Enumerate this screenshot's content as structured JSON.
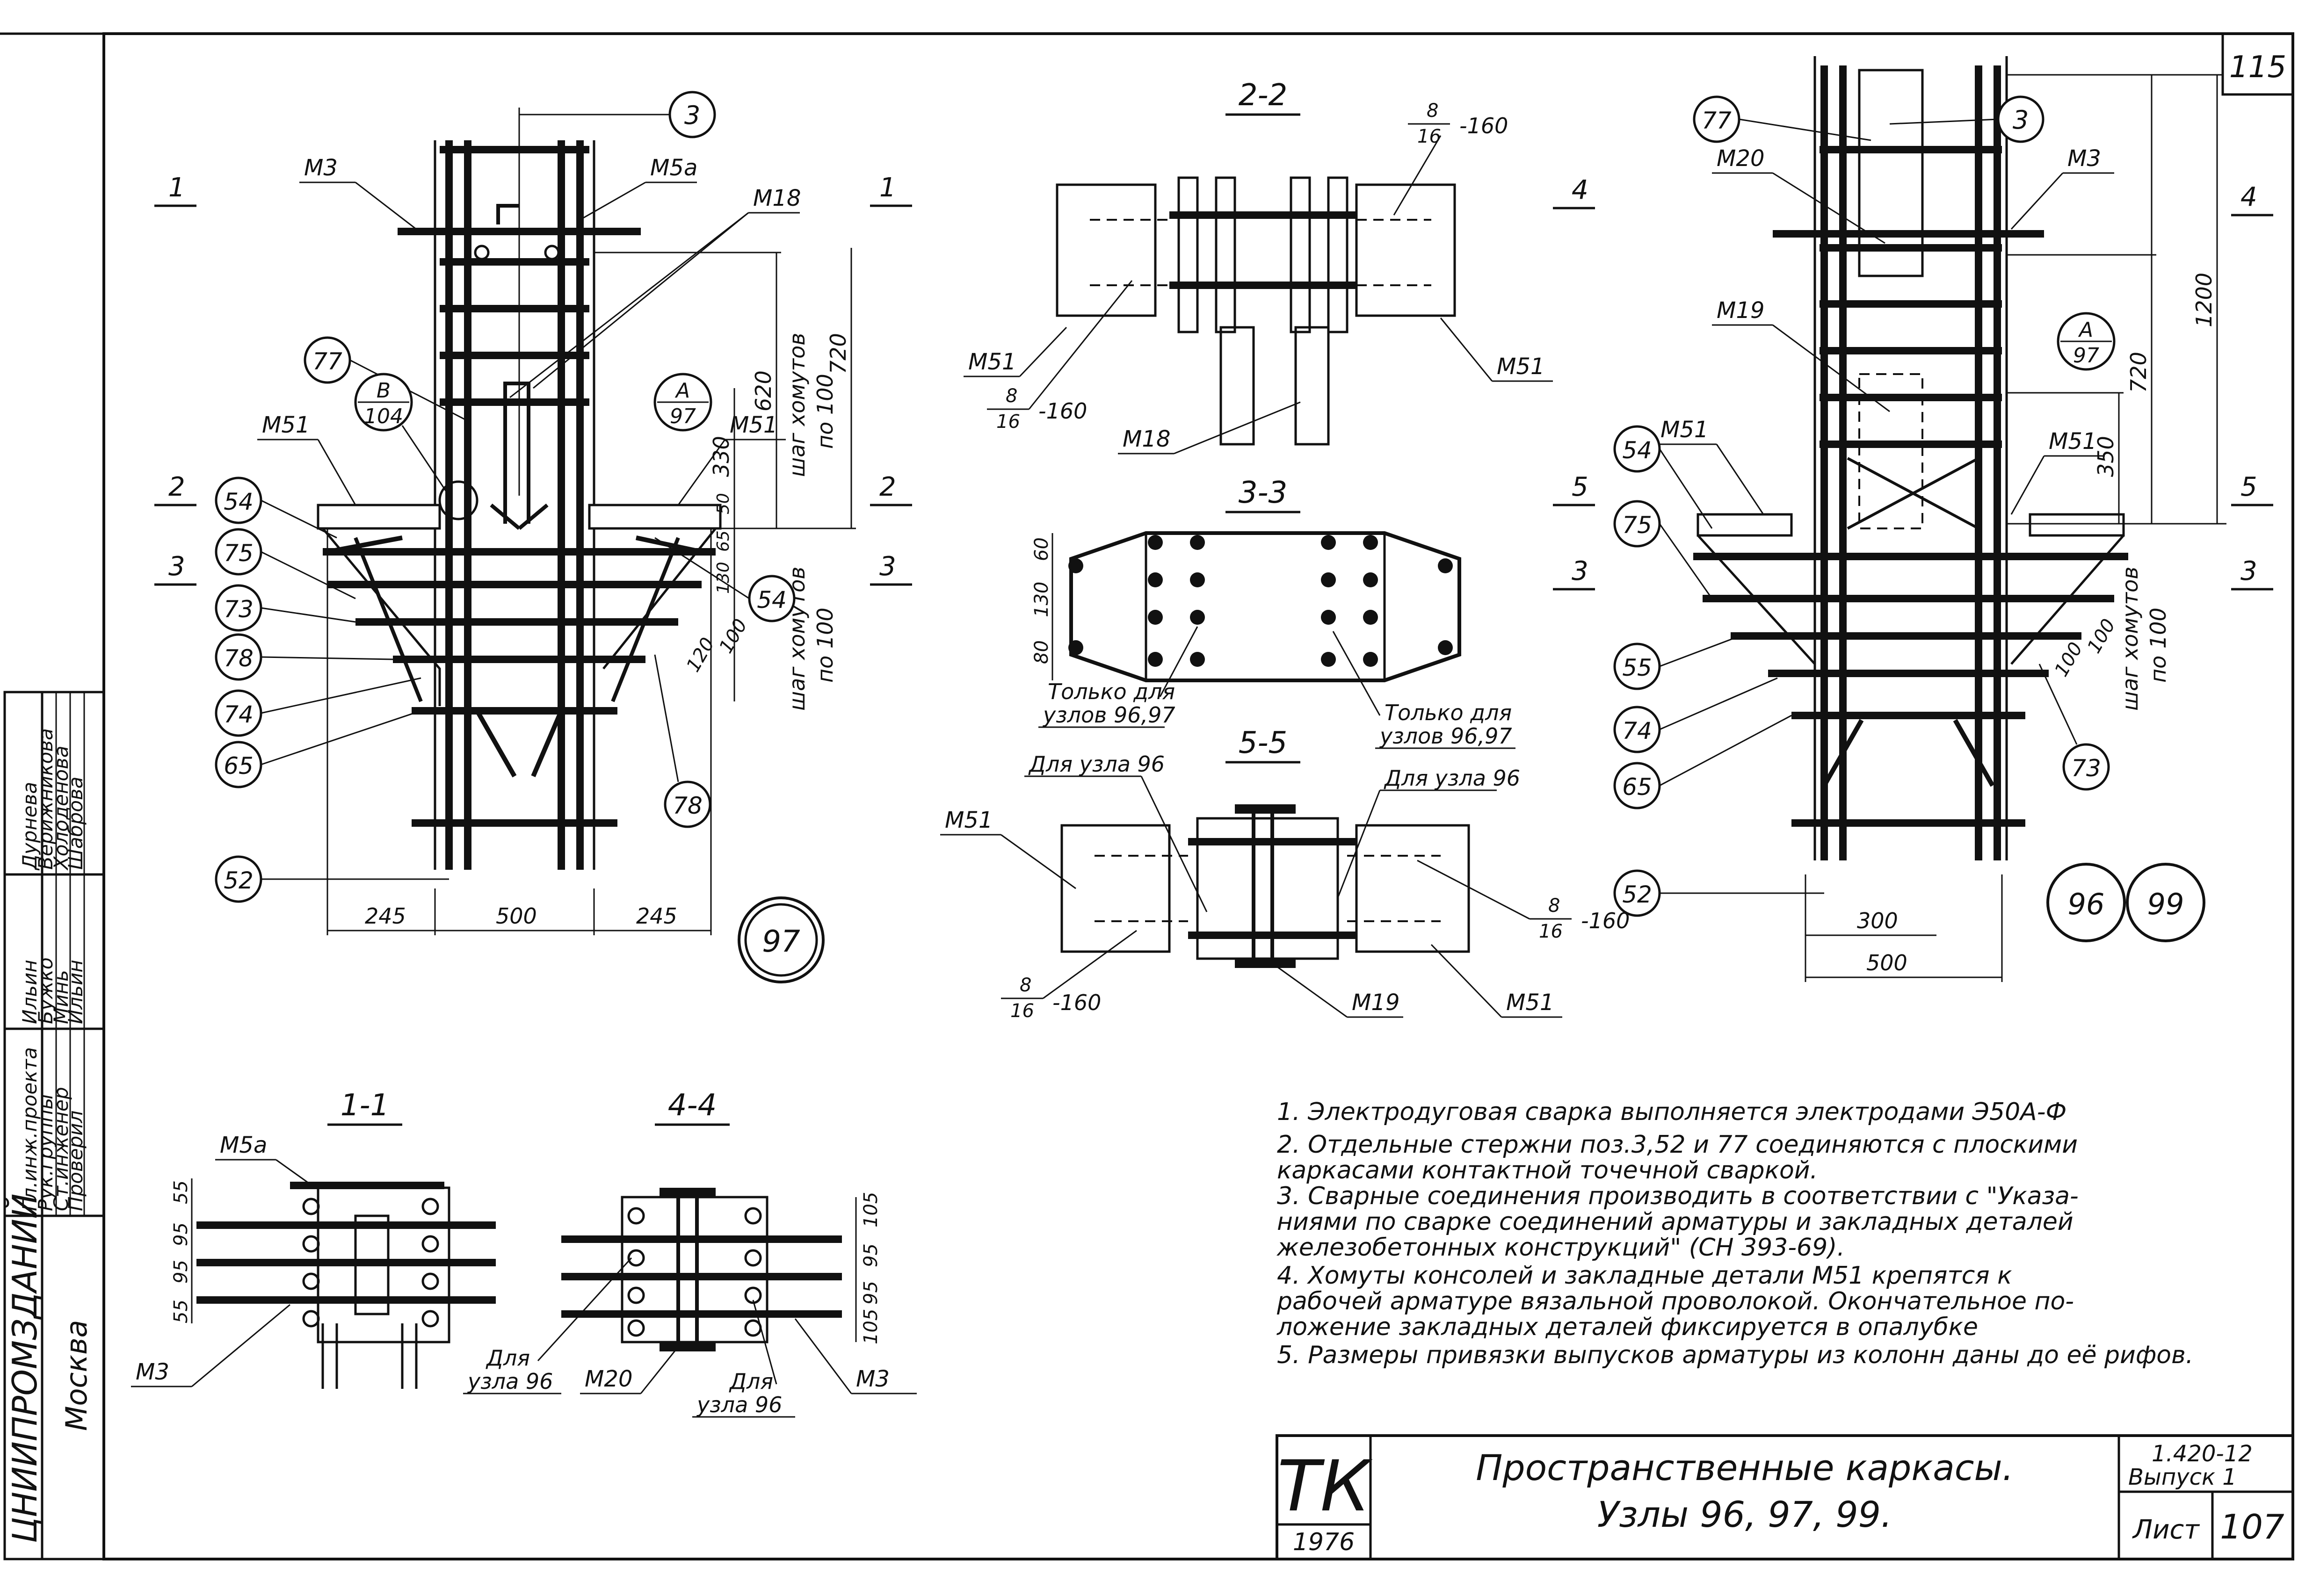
{
  "sheet_number": "115",
  "stamp": {
    "org": "ЦНИИПРОМЗДАНИЙ",
    "city": "Москва",
    "roles": [
      "Гл.инж.проекта",
      "Рук.группы",
      "Ст.инженер",
      "Проверил"
    ],
    "names": [
      "Дурнева",
      "Верижникова",
      "Холоденова",
      "Шаброва"
    ],
    "signatures": [
      "Ильин",
      "Бужко",
      "Минь",
      "Ильин"
    ]
  },
  "title_block": {
    "code": "ТК",
    "year": "1976",
    "title_line1": "Пространственные   каркасы.",
    "title_line2": "Узлы 96, 97, 99.",
    "series": "1.420-12",
    "issue": "Выпуск 1",
    "sheet_label": "Лист",
    "sheet_no": "107"
  },
  "notes": [
    "1.  Электродуговая сварка выполняется электродами Э50А-Ф",
    "2.  Отдельные стержни поз.3,52 и 77   соединяются с плоскими",
    "     каркасами контактной точечной сваркой.",
    "3.  Сварные соединения производить в соответствии с \"Указа-",
    "     ниями по сварке соединений арматуры и закладных деталей",
    "     железобетонных конструкций\" (СН 393-69).",
    "4.  Хомуты консолей и закладные детали М51 крепятся к",
    "     рабочей арматуре вязальной проволокой. Окончательное по-",
    "     ложение закладных деталей фиксируется в опалубке",
    "5.  Размеры привязки выпусков арматуры из колонн даны до её рифов."
  ],
  "node97": {
    "cut_labels": [
      "1",
      "1",
      "2",
      "2",
      "3",
      "3"
    ],
    "marks": [
      "М3",
      "М5а",
      "М18",
      "М51",
      "М51"
    ],
    "callouts": [
      "3",
      "77",
      "54",
      "75",
      "73",
      "78",
      "74",
      "65",
      "54",
      "78",
      "52"
    ],
    "ref_b": [
      "В",
      "104"
    ],
    "ref_a": [
      "А",
      "97"
    ],
    "dims": [
      "620",
      "720",
      "330",
      "50",
      "65",
      "130",
      "120",
      "100"
    ],
    "spacing1": "шаг хомутов",
    "spacing2": "по 100",
    "bottom_dims": [
      "245",
      "500",
      "245"
    ],
    "node": "97"
  },
  "section22": {
    "title": "2-2",
    "marks": [
      "М51",
      "М51",
      "М18"
    ],
    "frac_num": "8",
    "frac_den": "16",
    "frac_rest": "-160",
    "cut4": "4"
  },
  "section33": {
    "title": "3-3",
    "dims": [
      "60",
      "130",
      "80"
    ],
    "only_label": "Только для",
    "only_nodes": "узлов 96,97"
  },
  "section55": {
    "title": "5-5",
    "for_node": "Для узла 96",
    "marks": [
      "М51",
      "М19",
      "М51"
    ],
    "frac_num": "8",
    "frac_den": "16",
    "frac_rest": "-160"
  },
  "node96": {
    "cut_labels": [
      "4",
      "4",
      "5",
      "5",
      "3",
      "3"
    ],
    "marks": [
      "М20",
      "М3",
      "М19",
      "М51",
      "М51"
    ],
    "callouts": [
      "77",
      "3",
      "54",
      "75",
      "55",
      "74",
      "65",
      "52",
      "73"
    ],
    "ref_a": [
      "А",
      "97"
    ],
    "dims": [
      "1200",
      "720",
      "350",
      "100",
      "100"
    ],
    "spacing1": "шаг хомутов",
    "spacing2": "по 100",
    "bottom_dims": [
      "300",
      "500"
    ],
    "nodes": [
      "96",
      "99"
    ]
  },
  "section11": {
    "title": "1-1",
    "marks": [
      "М5а",
      "М3"
    ],
    "dims": [
      "55",
      "95",
      "95",
      "55"
    ]
  },
  "section44": {
    "title": "4-4",
    "marks": [
      "М20",
      "М3"
    ],
    "dims": [
      "105",
      "95",
      "95",
      "105"
    ],
    "for1": "Для",
    "for2": "узла 96"
  }
}
